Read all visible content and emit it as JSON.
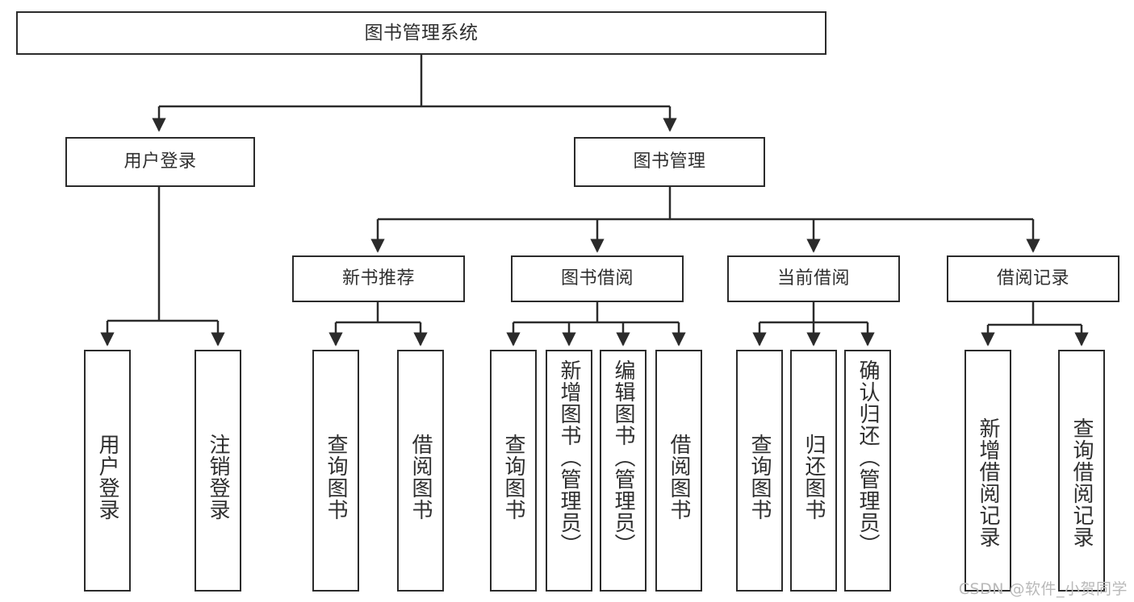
{
  "diagram": {
    "title": "图书管理系统",
    "type": "tree-hierarchy",
    "watermark": "CSDN @软件_小贺同学",
    "colors": {
      "box_border": "#2b2b2b",
      "box_fill": "#ffffff",
      "connector": "#2b2b2b",
      "text": "#2f2f2f",
      "watermark": "#b9b9b9"
    },
    "root": {
      "label": "图书管理系统"
    },
    "level2": [
      {
        "label": "用户登录"
      },
      {
        "label": "图书管理"
      }
    ],
    "level3": [
      {
        "label": "新书推荐"
      },
      {
        "label": "图书借阅"
      },
      {
        "label": "当前借阅"
      },
      {
        "label": "借阅记录"
      }
    ],
    "leaves": {
      "user_login": [
        {
          "label": "用户登录"
        },
        {
          "label": "注销登录"
        }
      ],
      "new_book_recommend": [
        {
          "label": "查询图书"
        },
        {
          "label": "借阅图书"
        }
      ],
      "book_borrow": [
        {
          "label": "查询图书"
        },
        {
          "label": "新增图书（管理员）"
        },
        {
          "label": "编辑图书（管理员）"
        },
        {
          "label": "借阅图书"
        }
      ],
      "current_borrow": [
        {
          "label": "查询图书"
        },
        {
          "label": "归还图书"
        },
        {
          "label": "确认归还（管理员）"
        }
      ],
      "borrow_record": [
        {
          "label": "新增借阅记录"
        },
        {
          "label": "查询借阅记录"
        }
      ]
    }
  }
}
